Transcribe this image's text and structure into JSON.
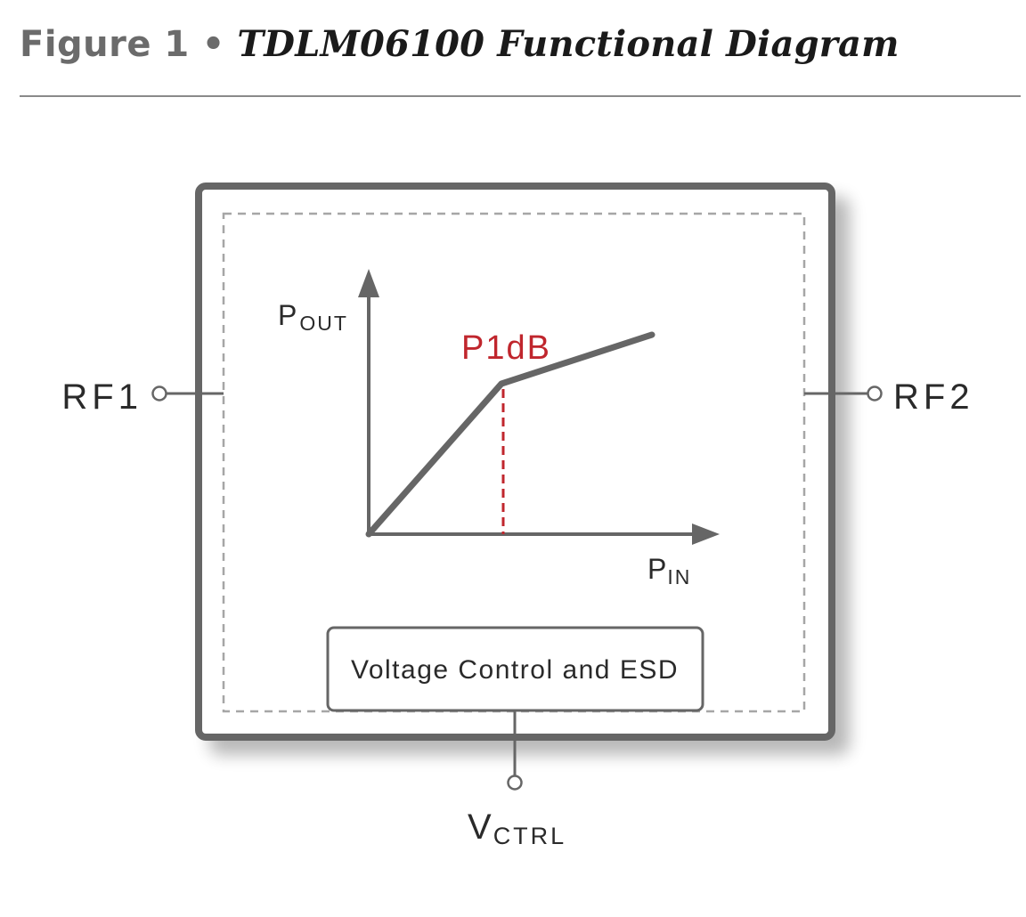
{
  "figure": {
    "label": "Figure 1",
    "bullet": "•",
    "title": "TDLM06100 Functional Diagram"
  },
  "pins": {
    "rf1": "RF1",
    "rf2": "RF2",
    "vctrl_main": "V",
    "vctrl_sub": "CTRL"
  },
  "graph": {
    "y_axis_main": "P",
    "y_axis_sub": "OUT",
    "x_axis_main": "P",
    "x_axis_sub": "IN",
    "knee_label": "P1dB"
  },
  "block": {
    "label": "Voltage Control and ESD"
  },
  "colors": {
    "line_gray": "#666666",
    "accent_red": "#c0262d",
    "dash_gray": "#a6a6a6"
  }
}
